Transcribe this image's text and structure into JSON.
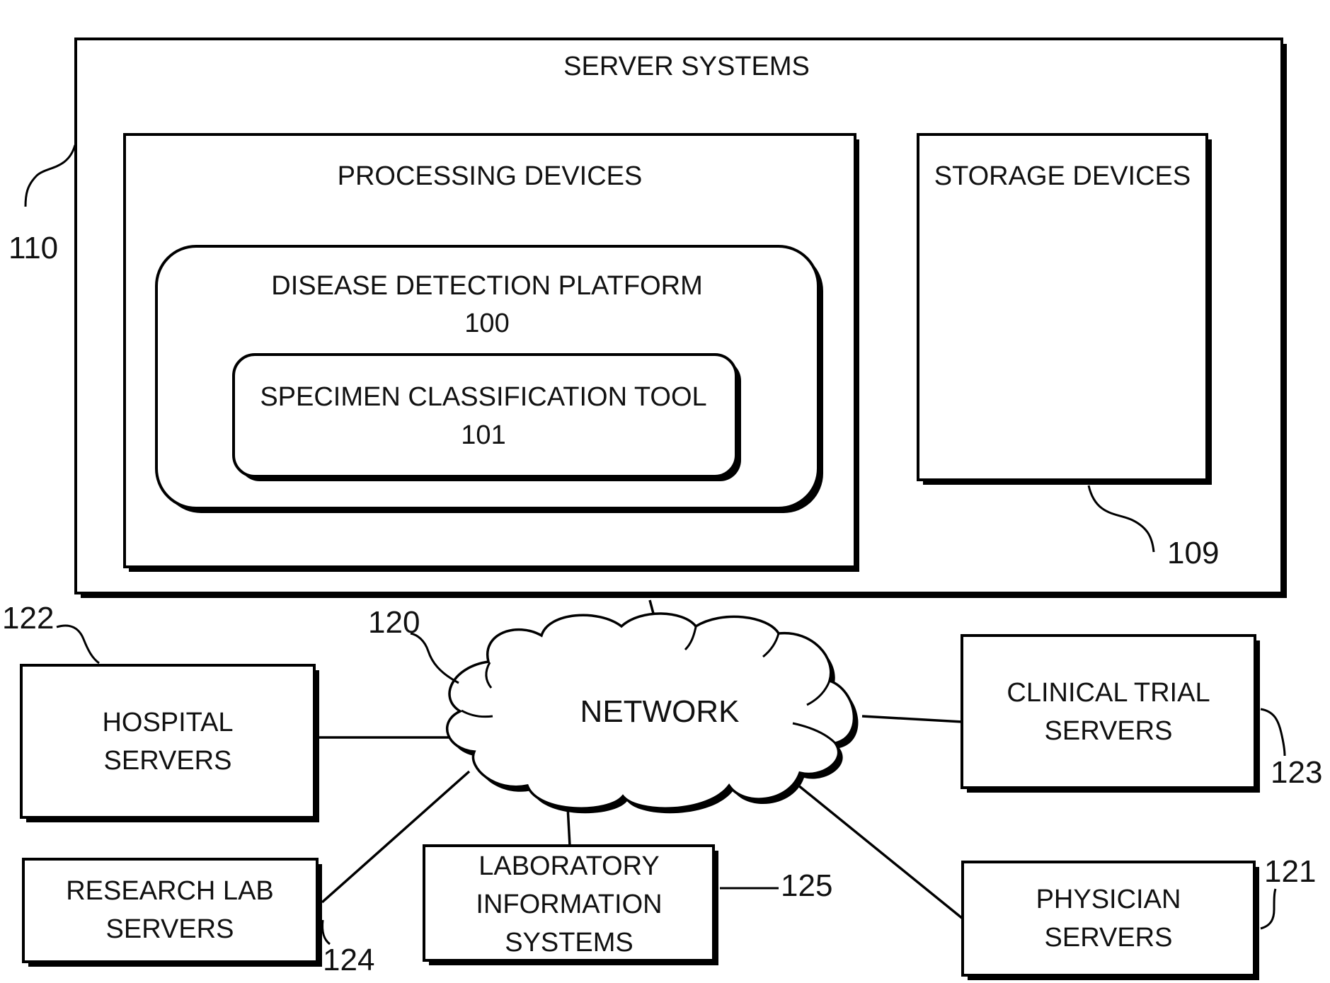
{
  "server_systems": {
    "label": "SERVER SYSTEMS",
    "ref": "110"
  },
  "processing_devices": {
    "label": "PROCESSING DEVICES"
  },
  "storage_devices": {
    "label": "STORAGE DEVICES",
    "ref": "109"
  },
  "disease_detection_platform": {
    "label": "DISEASE DETECTION PLATFORM",
    "ref": "100"
  },
  "specimen_classification_tool": {
    "label": "SPECIMEN CLASSIFICATION TOOL",
    "ref": "101"
  },
  "network": {
    "label": "NETWORK",
    "ref": "120"
  },
  "hospital_servers": {
    "line1": "HOSPITAL",
    "line2": "SERVERS",
    "ref": "122"
  },
  "clinical_trial_servers": {
    "line1": "CLINICAL TRIAL",
    "line2": "SERVERS",
    "ref": "123"
  },
  "research_lab_servers": {
    "line1": "RESEARCH LAB",
    "line2": "SERVERS",
    "ref": "124"
  },
  "laboratory_information_systems": {
    "line1": "LABORATORY",
    "line2": "INFORMATION",
    "line3": "SYSTEMS",
    "ref": "125"
  },
  "physician_servers": {
    "line1": "PHYSICIAN",
    "line2": "SERVERS",
    "ref": "121"
  }
}
